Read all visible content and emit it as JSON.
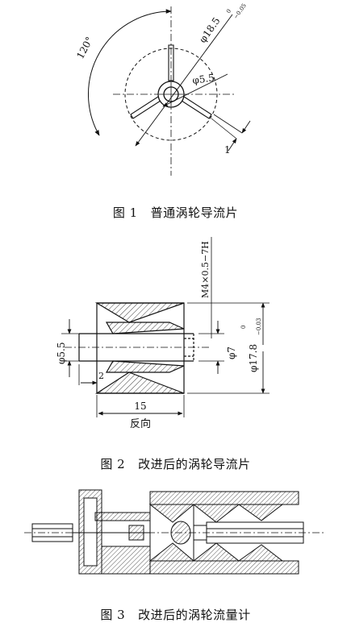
{
  "figure1": {
    "caption_number": "图 1",
    "caption_text": "普通涡轮导流片",
    "angle_label": "120°",
    "dia_outer_label": "φ18.5",
    "dia_outer_tol_upper": "0",
    "dia_outer_tol_lower": "−0.05",
    "dia_hub_label": "φ5.5",
    "blade_thickness_label": "1"
  },
  "figure2": {
    "caption_number": "图 2",
    "caption_text": "改进后的涡轮导流片",
    "thread_label": "M4×0.5−7H",
    "dia_left_label": "φ5.5",
    "dia_bore_label": "φ7",
    "dia_outer_label": "φ17.8",
    "dia_outer_tol_upper": "0",
    "dia_outer_tol_lower": "−0.03",
    "step_label": "2",
    "length_label": "15",
    "direction_label": "反向"
  },
  "figure3": {
    "caption_number": "图 3",
    "caption_text": "改进后的涡轮流量计"
  }
}
